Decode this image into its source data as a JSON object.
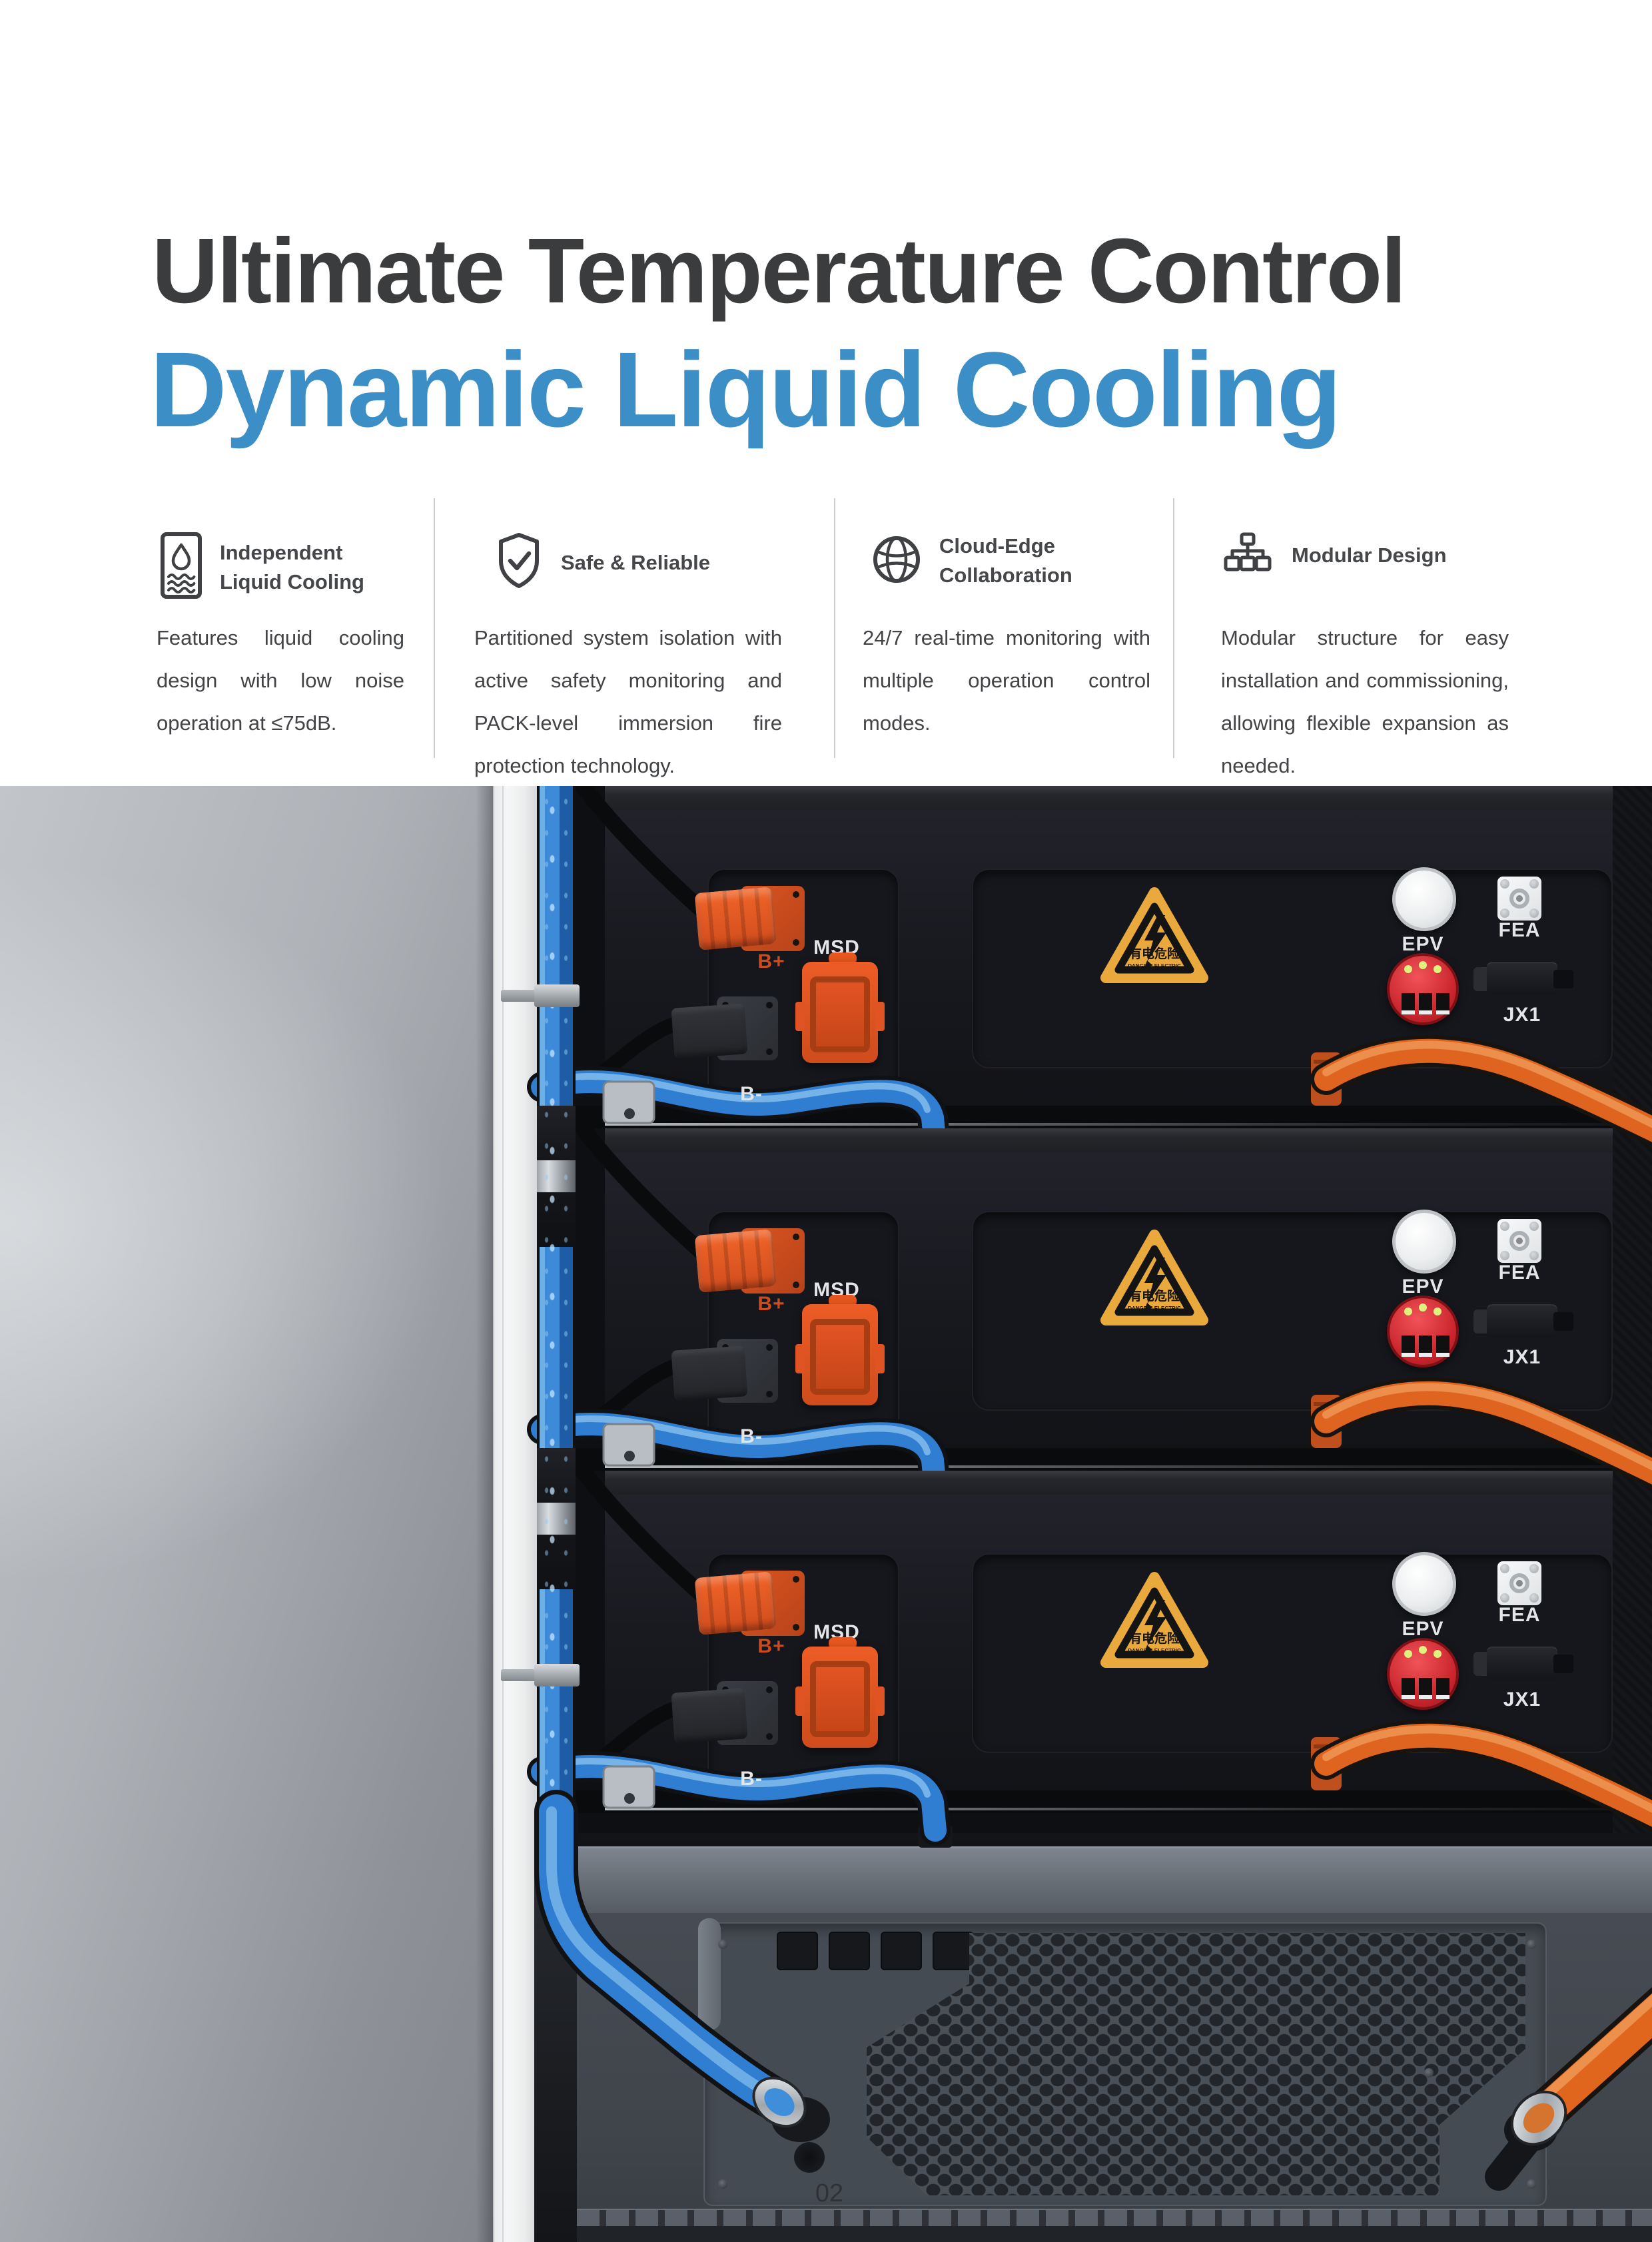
{
  "header": {
    "title": "Ultimate Temperature Control",
    "subtitle": "Dynamic Liquid Cooling",
    "title_color": "#3b3c3e",
    "subtitle_color": "#3b8ec6"
  },
  "features": [
    {
      "icon": "liquid-cooling-icon",
      "title": "Independent Liquid Cooling",
      "body": "Features liquid cooling design with low noise operation at ≤75dB."
    },
    {
      "icon": "shield-check-icon",
      "title": "Safe & Reliable",
      "body": "Partitioned system isolation with active safety monitoring and PACK-level immersion fire protection technology."
    },
    {
      "icon": "globe-icon",
      "title": "Cloud-Edge Collaboration",
      "body": "24/7 real-time monitoring with multiple operation control modes."
    },
    {
      "icon": "modular-design-icon",
      "title": "Modular Design",
      "body": "Modular structure for easy installation and commis­sioning, allowing flexible expansion as needed."
    }
  ],
  "photo": {
    "modules": [
      {
        "name": "battery-module-1"
      },
      {
        "name": "battery-module-2"
      },
      {
        "name": "battery-module-3"
      }
    ],
    "module_labels": {
      "b_plus": "B+",
      "msd": "MSD",
      "b_minus": "B-",
      "epv": "EPV",
      "fea": "FEA",
      "jx1": "JX1"
    },
    "warning": {
      "cn": "有电危险",
      "en": "DANGER! ELECTRIC"
    },
    "page_number": "02"
  }
}
